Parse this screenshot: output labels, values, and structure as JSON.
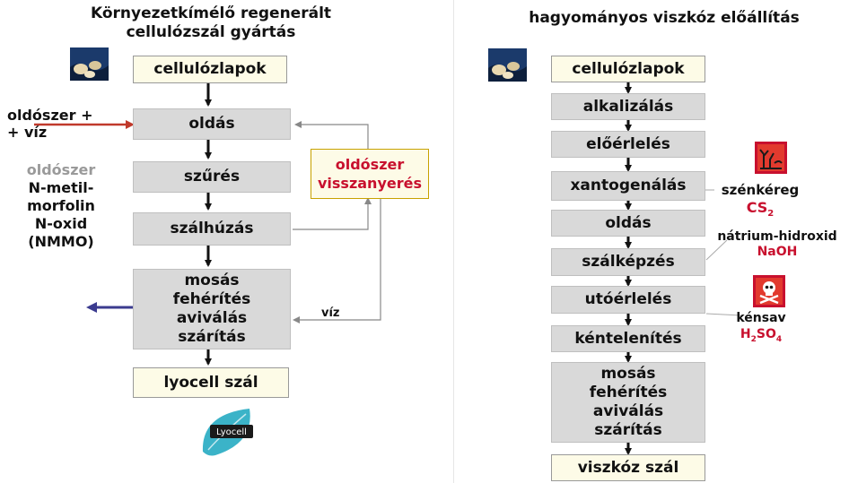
{
  "left": {
    "title_line1": "Környezetkímélő regenerált",
    "title_line2": "cellulózszál gyártás",
    "steps": {
      "cellulose": "cellulózlapok",
      "dissolve": "oldás",
      "filter": "szűrés",
      "spin": "szálhúzás",
      "wash": [
        "mosás",
        "fehérítés",
        "aviválás",
        "szárítás"
      ],
      "product": "lyocell szál"
    },
    "recovery": [
      "oldószer",
      "visszanyerés"
    ],
    "input_label": [
      "oldószer +",
      "+ víz"
    ],
    "water_label": "víz",
    "solvent_info": {
      "heading": "oldószer",
      "lines": [
        "N-metil-",
        "morfolin",
        "N-oxid",
        "(NMMO)"
      ]
    },
    "logo_text": "Lyocell"
  },
  "right": {
    "title": "hagyományos viszkóz előállítás",
    "steps": {
      "cellulose": "cellulózlapok",
      "alkali": "alkalizálás",
      "pre_ripening": "előérlelés",
      "xanthation": "xantogenálás",
      "dissolve": "oldás",
      "fiber_forming": "szálképzés",
      "post_ripening": "utóérlelés",
      "desulfur": "kéntelenítés",
      "wash": [
        "mosás",
        "fehérítés",
        "aviválás",
        "szárítás"
      ],
      "product": "viszkóz szál"
    },
    "chemicals": {
      "cs2_name": "szénkéreg",
      "cs2_formula": "CS",
      "cs2_sub": "2",
      "naoh_name": "nátrium-hidroxid",
      "naoh_formula": "NaOH",
      "h2so4_name": "kénsav",
      "h2so4_h": "H",
      "h2so4_sub1": "2",
      "h2so4_so": "SO",
      "h2so4_sub2": "4"
    }
  },
  "colors": {
    "box_grey": "#d9d9d9",
    "box_cream": "#fdfbe7",
    "hazard_red": "#c8102e",
    "input_arrow": "#c0392b",
    "output_arrow": "#3b3b8f",
    "logo_teal": "#3bb3c8"
  },
  "icons": [
    "cellulose-photo-icon",
    "hazard-cs2-icon",
    "toxic-skull-icon",
    "lyocell-leaf-logo-icon"
  ]
}
